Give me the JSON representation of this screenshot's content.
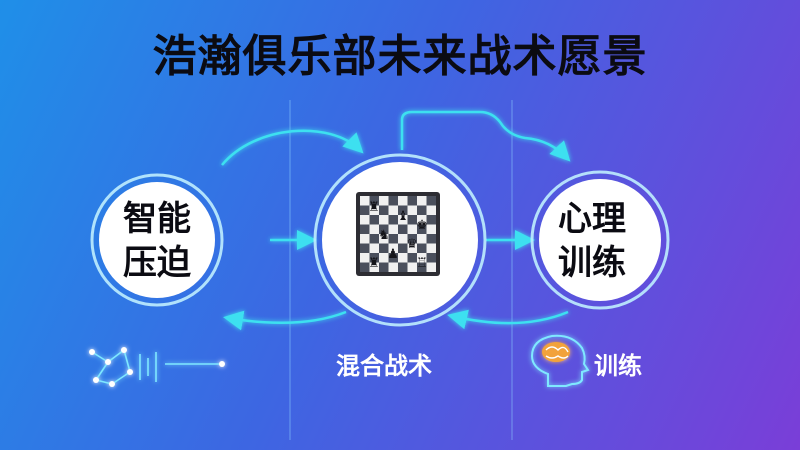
{
  "title": "浩瀚俱乐部未来战术愿景",
  "nodes": {
    "left": {
      "line1": "智能",
      "line2": "压迫",
      "icon": "neural-network-icon"
    },
    "center": {
      "icon": "chessboard-icon",
      "caption": "混合战术"
    },
    "right": {
      "line1": "心理",
      "line2": "训练",
      "icon": "brain-head-icon",
      "caption": "训练"
    }
  },
  "colors": {
    "background_start": "#1f8fe8",
    "background_end": "#7a3ed8",
    "accent_arrow": "#3ee0f0",
    "ring": "#bfeefe",
    "title_text": "#0b0b12"
  }
}
